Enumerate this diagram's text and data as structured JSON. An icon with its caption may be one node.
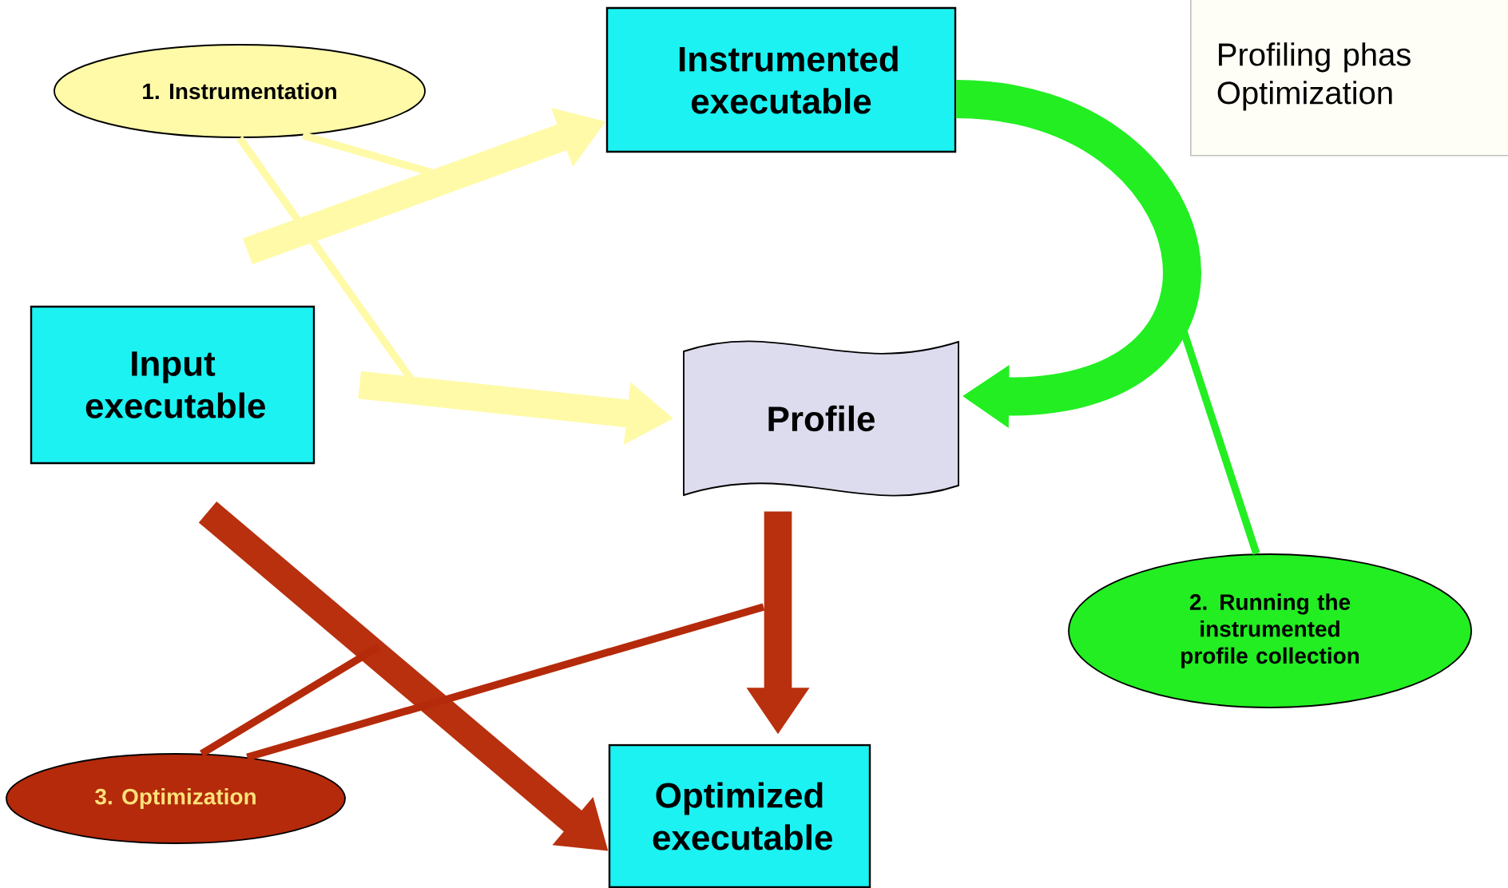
{
  "diagram": {
    "nodes": [
      {
        "text": [
          "1. Instrumentation"
        ]
      },
      {
        "text": [
          "Instrumented executable"
        ]
      },
      {
        "text": [
          "Profiling phas",
          "Optimization"
        ]
      },
      {
        "text": [
          "Input executable"
        ]
      },
      {
        "text": [
          "Profile"
        ]
      },
      {
        "text": [
          "2. Running the instrumented profile collection"
        ]
      },
      {
        "text": [
          "3. Optimization"
        ]
      },
      {
        "text": [
          "Optimized executable"
        ]
      }
    ],
    "edges": [
      {
        "from": 3,
        "to": 1,
        "arrow": "to",
        "style": "thick",
        "color": "#fffaa8"
      },
      {
        "from": 3,
        "to": 4,
        "arrow": "to",
        "style": "thick",
        "color": "#fffaa8"
      },
      {
        "from": 1,
        "to": 4,
        "arrow": "to",
        "style": "thick",
        "color": "#22ee22"
      },
      {
        "from": 3,
        "to": 7,
        "arrow": "to",
        "style": "thick",
        "color": "#b8300e"
      },
      {
        "from": 4,
        "to": 7,
        "arrow": "to",
        "style": "thick",
        "color": "#b8300e"
      },
      {
        "from": 0,
        "to": null,
        "arrow": "none",
        "color": "#fffaa8"
      },
      {
        "from": 0,
        "to": null,
        "arrow": "none",
        "color": "#fffaa8"
      },
      {
        "from": 5,
        "to": null,
        "arrow": "none",
        "color": "#22ee22"
      },
      {
        "from": 6,
        "to": null,
        "arrow": "none",
        "color": "#b52a0a"
      },
      {
        "from": 6,
        "to": null,
        "arrow": "none",
        "color": "#b52a0a"
      }
    ]
  }
}
